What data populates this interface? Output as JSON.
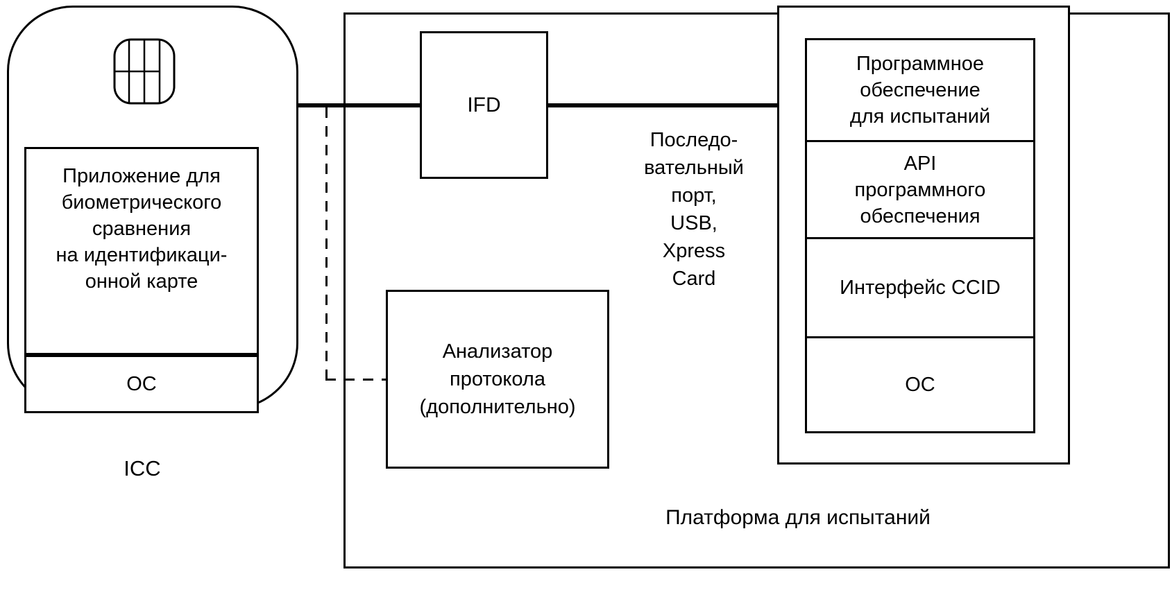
{
  "colors": {
    "line": "#000000",
    "background": "#ffffff"
  },
  "diagram": {
    "icc": {
      "label": "ICC",
      "app_box": "Приложение для\nбиометрического\nсравнения\nна идентификаци-\nонной карте",
      "os_box": "ОС"
    },
    "platform": {
      "label": "Платформа для испытаний",
      "ifd_box": "IFD",
      "analyzer_box": "Анализатор\nпротокола\n(дополнительно)",
      "connection_label": "Последо-\nвательный\nпорт,\nUSB,\nXpress\nCard",
      "computer": {
        "boxes": [
          "Программное\nобеспечение\nдля испытаний",
          "API\nпрограммного\nобеспечения",
          "Интерфейс CCID",
          "ОС"
        ]
      }
    }
  }
}
